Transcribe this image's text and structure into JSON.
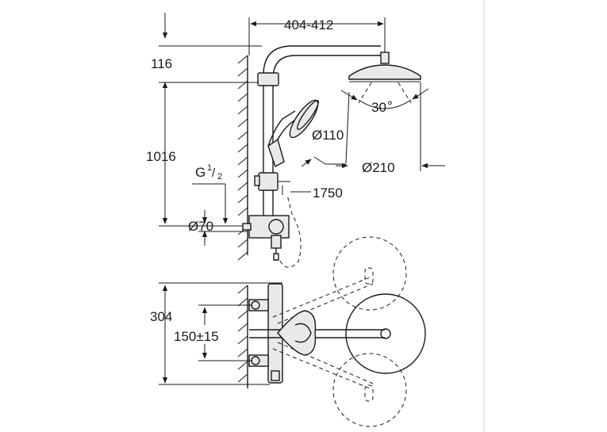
{
  "dimensions": {
    "width_span": "404-412",
    "top_offset": "116",
    "height": "1016",
    "thread_main": "G",
    "thread_num": "1",
    "thread_den": "2",
    "inlet_diameter": "Ø70",
    "hand_shower_diameter": "Ø110",
    "head_shower_diameter": "Ø210",
    "hose_length": "1750",
    "angle": "30",
    "angle_unit": "°",
    "top_view_depth": "304",
    "inlet_spacing": "150±15"
  }
}
